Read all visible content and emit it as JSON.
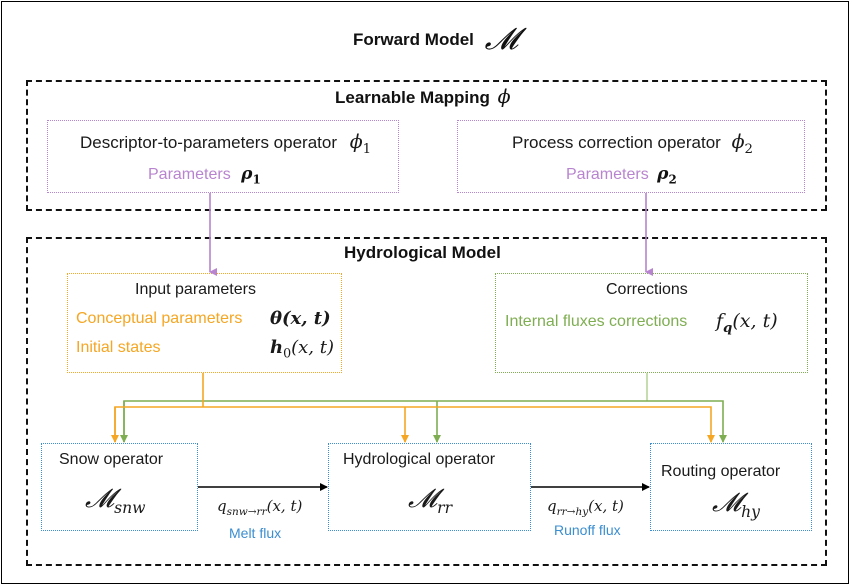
{
  "forward_model": {
    "title": "Forward Model",
    "symbol": "𝓜"
  },
  "learnable_mapping": {
    "title": "Learnable Mapping",
    "symbol": "ϕ",
    "operators": [
      {
        "name": "Descriptor-to-parameters operator",
        "symbol": "ϕ",
        "symbol_sub": "1",
        "param_label": "Parameters",
        "param_symbol": "ρ",
        "param_sub": "1"
      },
      {
        "name": "Process correction operator",
        "symbol": "ϕ",
        "symbol_sub": "2",
        "param_label": "Parameters",
        "param_symbol": "ρ",
        "param_sub": "2"
      }
    ]
  },
  "hydrological_model": {
    "title": "Hydrological Model",
    "input_parameters": {
      "title": "Input parameters",
      "rows": [
        {
          "label": "Conceptual parameters",
          "symbol": "θ(x, t)"
        },
        {
          "label": "Initial states",
          "symbol": "h",
          "symbol_sub": "0",
          "symbol_rest": "(x, t)"
        }
      ]
    },
    "corrections": {
      "title": "Corrections",
      "rows": [
        {
          "label": "Internal fluxes corrections",
          "symbol": "f",
          "symbol_sub": "q",
          "symbol_rest": "(x, t)"
        }
      ]
    },
    "operators": [
      {
        "name": "Snow operator",
        "symbol": "𝓜",
        "symbol_sub": "snw"
      },
      {
        "name": "Hydrological operator",
        "symbol": "𝓜",
        "symbol_sub": "rr"
      },
      {
        "name": "Routing operator",
        "symbol": "𝓜",
        "symbol_sub": "hy"
      }
    ],
    "fluxes": [
      {
        "symbol": "q",
        "symbol_sub": "snw→rr",
        "symbol_rest": "(x, t)",
        "label": "Melt flux"
      },
      {
        "symbol": "q",
        "symbol_sub": "rr→hy",
        "symbol_rest": "(x, t)",
        "label": "Runoff flux"
      }
    ]
  },
  "colors": {
    "mapping": "#b884cf",
    "input_parameters": "#f5a623",
    "corrections": "#7fae52",
    "operators": "#3b8ed0",
    "flux_arrow": "#000000"
  }
}
